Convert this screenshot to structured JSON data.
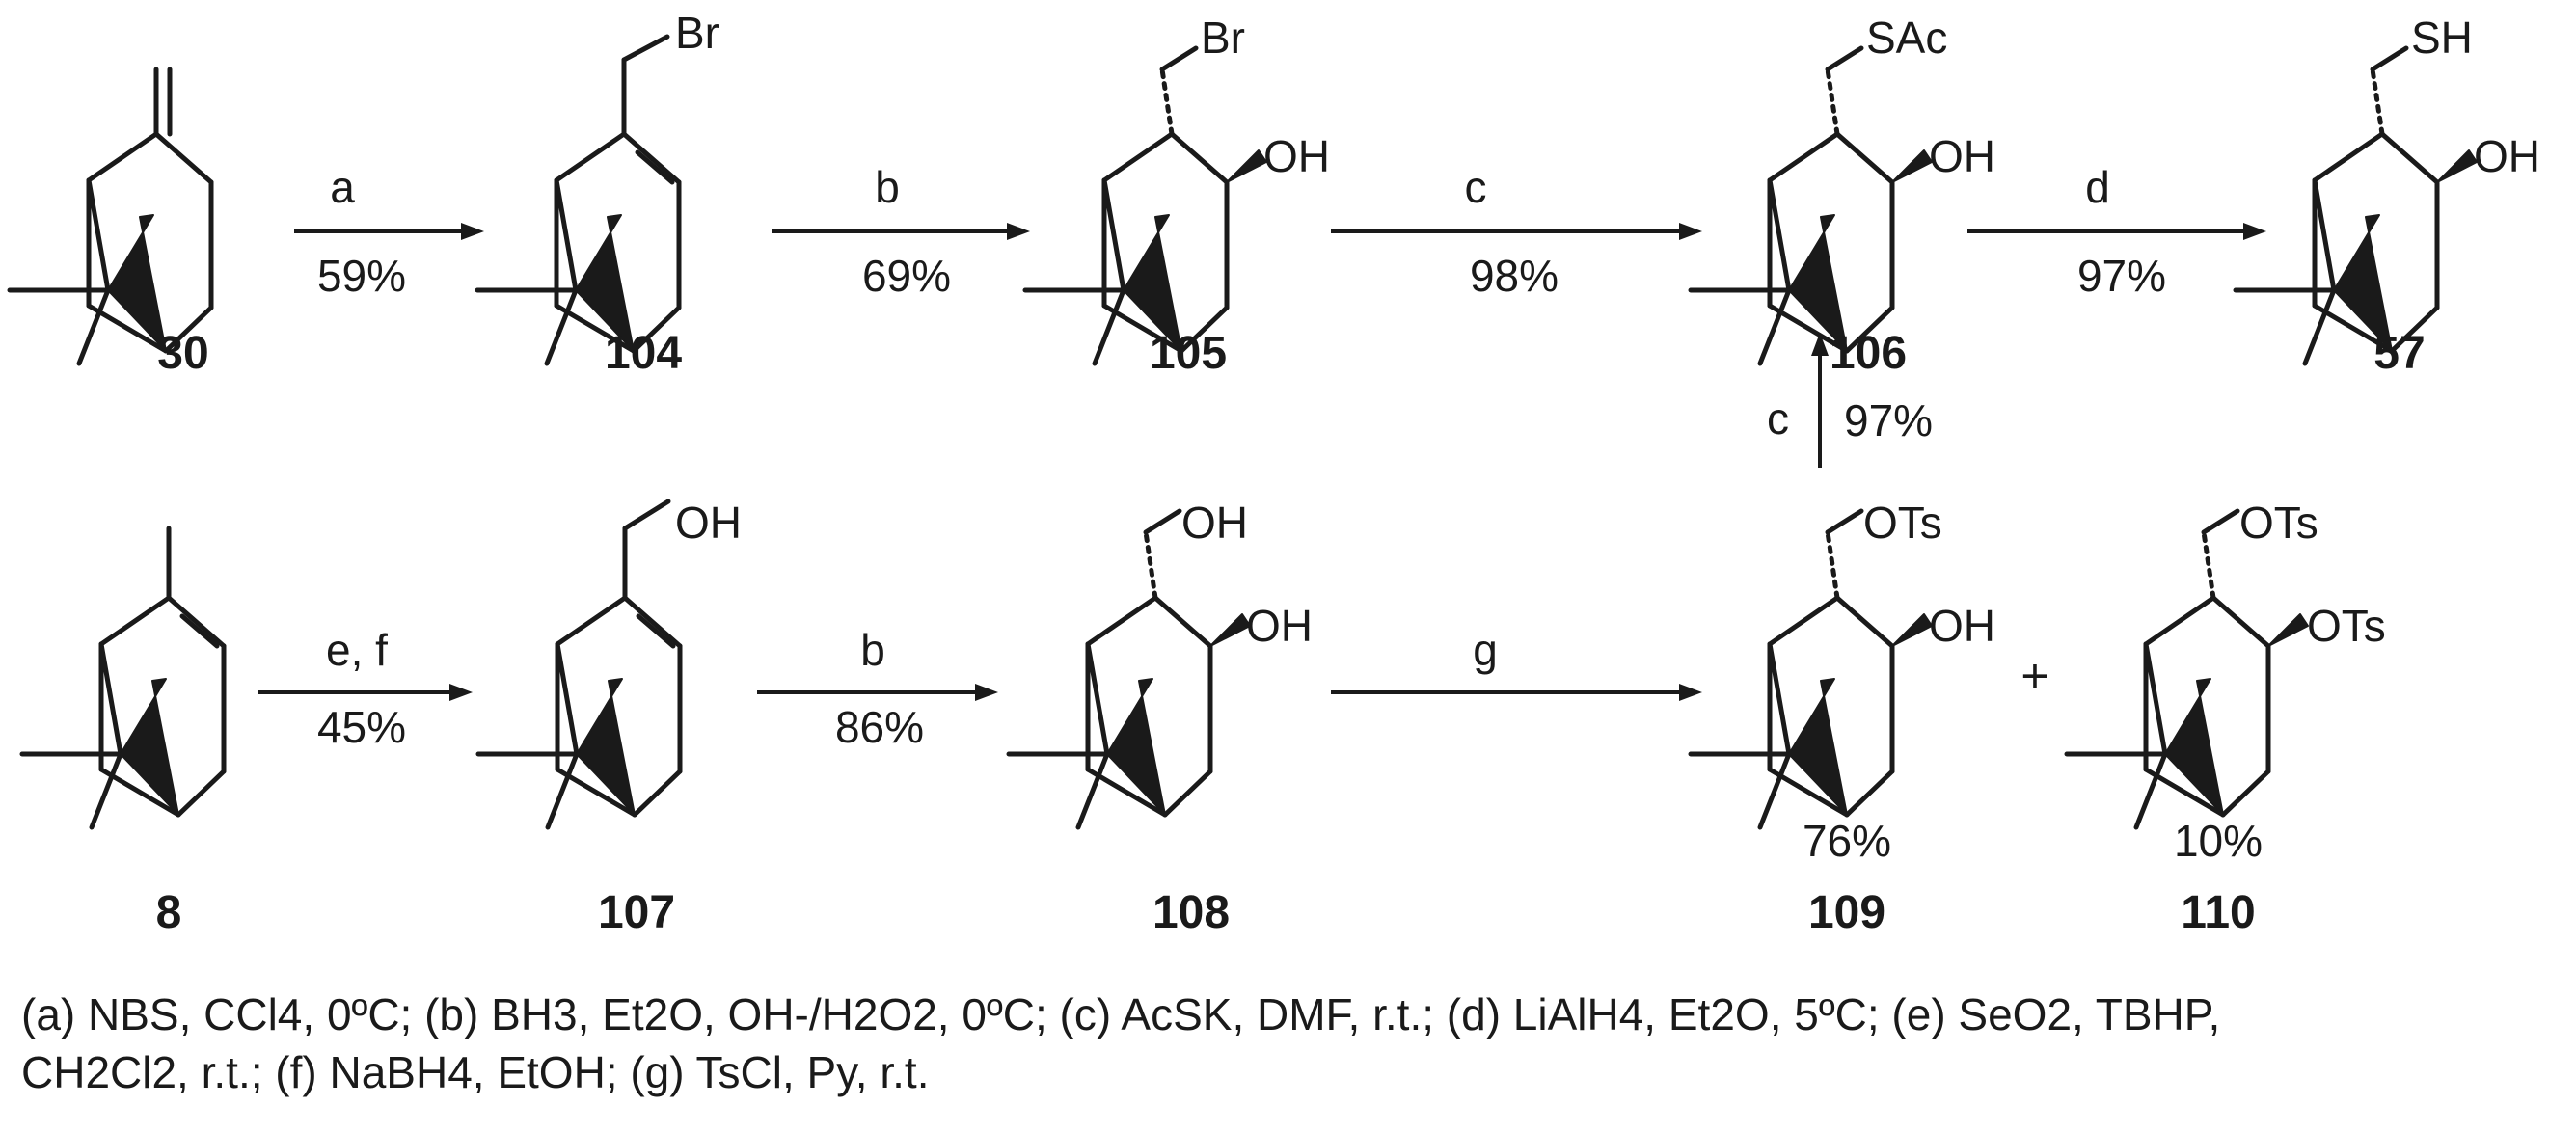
{
  "compounds": {
    "c30": {
      "number": "30"
    },
    "c104": {
      "number": "104",
      "substituent": "Br"
    },
    "c105": {
      "number": "105",
      "substituent": "Br",
      "hydroxyl": "OH"
    },
    "c106": {
      "number": "106",
      "substituent": "SAc",
      "hydroxyl": "OH"
    },
    "c57": {
      "number": "57",
      "substituent": "SH",
      "hydroxyl": "OH"
    },
    "c8": {
      "number": "8"
    },
    "c107": {
      "number": "107",
      "substituent": "OH"
    },
    "c108": {
      "number": "108",
      "substituent": "OH",
      "hydroxyl": "OH"
    },
    "c109": {
      "number": "109",
      "substituent": "OTs",
      "hydroxyl": "OH",
      "yield": "76%"
    },
    "c110": {
      "number": "110",
      "substituent": "OTs",
      "hydroxyl": "OTs",
      "yield": "10%"
    }
  },
  "arrows": {
    "a1": {
      "reagent": "a",
      "yield": "59%"
    },
    "a2": {
      "reagent": "b",
      "yield": "69%"
    },
    "a3": {
      "reagent": "c",
      "yield": "98%"
    },
    "a4": {
      "reagent": "d",
      "yield": "97%"
    },
    "a5": {
      "reagent": "e, f",
      "yield": "45%"
    },
    "a6": {
      "reagent": "b",
      "yield": "86%"
    },
    "a7": {
      "reagent": "g"
    },
    "a8": {
      "reagent": "c",
      "yield": "97%"
    }
  },
  "plus_sign": "+",
  "conditions": {
    "line1": "(a) NBS, CCl4, 0ºC; (b) BH3, Et2O, OH-/H2O2, 0ºC; (c) AcSK, DMF, r.t.; (d) LiAlH4, Et2O, 5ºC; (e) SeO2, TBHP,",
    "line2": "CH2Cl2, r.t.; (f) NaBH4, EtOH; (g) TsCl, Py, r.t."
  }
}
